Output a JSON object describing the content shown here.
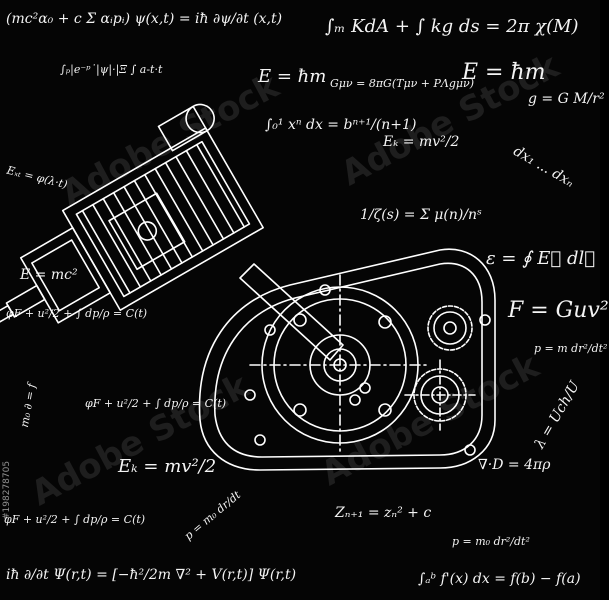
{
  "formulas": {
    "top_left": "(mc²α₀ + c Σ αᵢpᵢ) ψ(x,t) = iħ ∂ψ/∂t (x,t)",
    "top_right": "∫ₘ KdA + ∫ kg ds = 2π χ(M)",
    "top_left_2": "∫ₚ|e⁻ᵖ˙|ψ|·|Ξ ∫ a-t·t",
    "e_hm_1": "E = ħm",
    "g_mv": "Gμν = 8πG(Tμν + PΛgμν)",
    "e_hm_2": "E = ħm",
    "g_eq": "g = G M/r²",
    "integral_x": "∫₀¹ xⁿ dx = bⁿ⁺¹/(n+1)",
    "ek_1": "Eₖ = mv²/2",
    "ext": "Eₓₜ = φ(λ·t)",
    "dx_series": "dx₁ ... dxₙ",
    "zeta": "1/ζ(s) = Σ μ(n)/nˢ",
    "emc2": "E = mc²",
    "epsilon": "ε = ∮ E⃗ dl⃗",
    "bernoulli_1": "φF + u²/2 + ∫ dp/ρ = C(t)",
    "f_guv": "F = Guv²",
    "p_mdr": "p = m dr²/dt²",
    "m_f": "m₀ ∂ = f",
    "bernoulli_2": "φF + u²/2 + ∫ dp/ρ = C(t)",
    "lambda_eq": "λ = Uch/U",
    "ek_2": "Eₖ = mv²/2",
    "div_d": "∇·D = 4πρ",
    "p_diag": "p = m₀ dr/dt",
    "bernoulli_3": "φF + u²/2 + ∫ dp/ρ = C(t)",
    "mandel": "Zₙ₊₁ = zₙ² + c",
    "p_mdr_2": "p = m₀ dr²/dt²",
    "schrodinger": "iħ ∂/∂t Ψ(r,t) = [−ħ²/2m ∇² + V(r,t)] Ψ(r,t)",
    "ftc": "∫ₐᵇ f'(x) dx = f(b) − f(a)"
  },
  "watermark": {
    "brand": "Adobe Stock",
    "id_text": "#198278705"
  },
  "colors": {
    "background": "#050505",
    "chalk": "#f4f4f4"
  }
}
